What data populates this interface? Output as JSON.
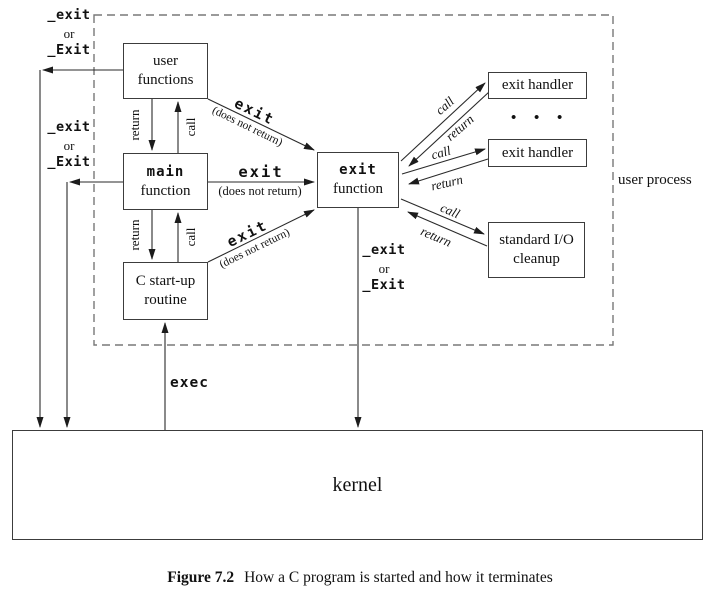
{
  "boxes": {
    "user_functions": {
      "l1": "user",
      "l2": "functions"
    },
    "main_function": {
      "l1": "main",
      "l2": "function"
    },
    "c_startup": {
      "l1": "C start-up",
      "l2": "routine"
    },
    "exit_function": {
      "l1": "exit",
      "l2": "function"
    },
    "exit_handler": "exit handler",
    "stdio_cleanup": {
      "l1": "standard I/O",
      "l2": "cleanup"
    },
    "kernel": "kernel"
  },
  "labels": {
    "underscore_exit": "_exit",
    "or": "or",
    "underscore_Exit": "_Exit",
    "exec": "exec",
    "exit": "exit",
    "does_not_return": "(does not return)",
    "call": "call",
    "return": "return",
    "user_process": "user process",
    "ellipsis": "• • •"
  },
  "caption": {
    "label": "Figure 7.2",
    "text": "How a C program is started and how it terminates"
  },
  "colors": {
    "line": "#2a2a2a",
    "box_border": "#3c3c3c",
    "dashed_border": "#787878",
    "text": "#111111"
  }
}
